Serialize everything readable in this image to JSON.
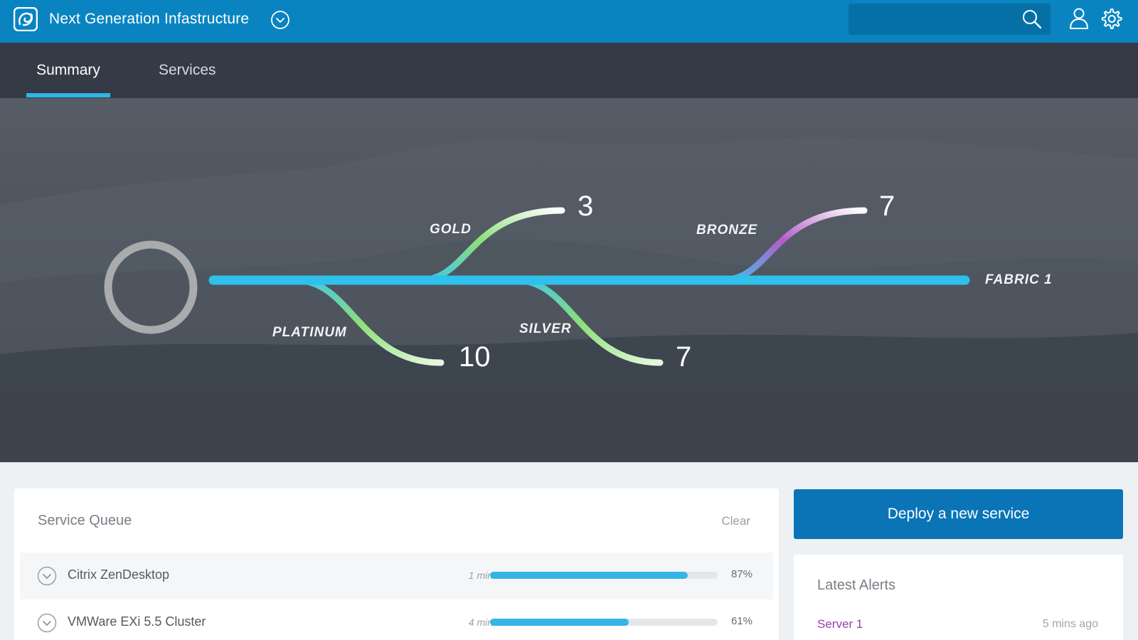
{
  "header": {
    "app_title": "Next Generation Infastructure",
    "search": {
      "value": "",
      "placeholder": ""
    },
    "icons": [
      "logo-icon",
      "chevron-down-icon",
      "search-icon",
      "user-icon",
      "gear-icon"
    ]
  },
  "tabs": [
    {
      "label": "Summary",
      "active": true
    },
    {
      "label": "Services",
      "active": false
    }
  ],
  "topology": {
    "fabric_label": "FABRIC 1",
    "tiers": [
      {
        "name": "GOLD",
        "count": "3"
      },
      {
        "name": "BRONZE",
        "count": "7"
      },
      {
        "name": "PLATINUM",
        "count": "10"
      },
      {
        "name": "SILVER",
        "count": "7"
      }
    ]
  },
  "service_queue": {
    "title": "Service Queue",
    "clear_label": "Clear",
    "items": [
      {
        "name": "Citrix ZenDesktop",
        "time": "1 min",
        "progress": 0.87,
        "percent": "87%"
      },
      {
        "name": "VMWare EXi 5.5 Cluster",
        "time": "4 min",
        "progress": 0.61,
        "percent": "61%"
      }
    ]
  },
  "deploy_button": {
    "label": "Deploy a new service"
  },
  "alerts": {
    "title": "Latest Alerts",
    "items": [
      {
        "name": "Server 1",
        "time": "5 mins ago"
      }
    ]
  },
  "colors": {
    "header_blue": "#0a84c1",
    "nav_dark": "#343b47",
    "fabric_cyan": "#2fc0ec",
    "green": "#8ee07a",
    "purple": "#b45cc8",
    "alert_purple": "#9b3db1"
  }
}
